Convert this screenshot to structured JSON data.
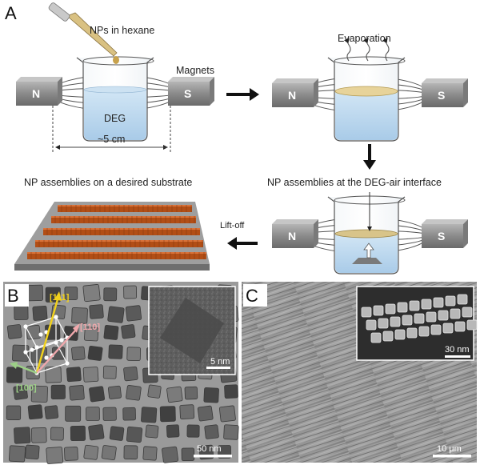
{
  "panels": {
    "a": {
      "letter": "A",
      "np_label": "NPs in hexane",
      "magnets_label": "Magnets",
      "liquid_label": "DEG",
      "distance_label": "~5 cm",
      "evaporation_label": "Evaporation",
      "interface_label": "NP assemblies at the DEG-air interface",
      "substrate_label": "NP assemblies on a desired substrate",
      "liftoff_label": "Lift-off",
      "north": "N",
      "south": "S"
    },
    "b": {
      "letter": "B",
      "dir_111": "[111]",
      "dir_110": "[110]",
      "dir_100": "[100]",
      "inset_scale": "5 nm",
      "main_scale": "50 nm"
    },
    "c": {
      "letter": "C",
      "inset_scale": "30 nm",
      "main_scale": "10 μm"
    }
  },
  "colors": {
    "liquid": "#bcd8ee",
    "film": "#e7d39a",
    "np_rows": "#b24e16",
    "magnet": "#8e8e8e",
    "dir_111": "#f2d21c",
    "dir_110": "#f0a8ac",
    "dir_100": "#9ccf86"
  }
}
